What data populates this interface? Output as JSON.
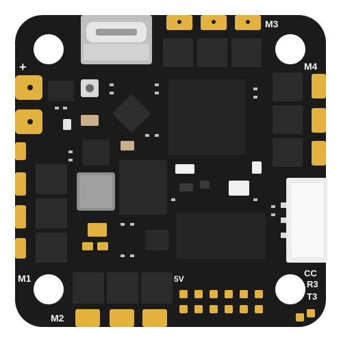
{
  "board": {
    "colors": {
      "pcb": "#1b1b1b",
      "pad_gold": "#e3b23c",
      "chip": "#2a2a2a",
      "silkscreen": "#f2f2f2",
      "usb_metal": "#c9c9c9"
    }
  },
  "labels": {
    "m3": "M3",
    "m4": "M4",
    "m1": "M1",
    "m2": "M2",
    "plus": "+",
    "v5": "5V",
    "cc": "CC",
    "r3": "R3",
    "t3": "T3"
  }
}
